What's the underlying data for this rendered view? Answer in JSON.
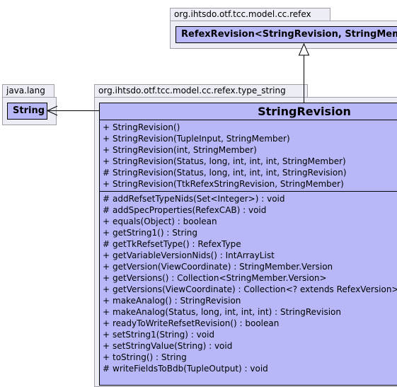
{
  "packages": {
    "refex": "org.ihtsdo.otf.tcc.model.cc.refex",
    "java_lang": "java.lang",
    "type_string": "org.ihtsdo.otf.tcc.model.cc.refex.type_string"
  },
  "classes": {
    "parent": "RefexRevision<StringRevision, StringMember>",
    "string": "String",
    "main": "StringRevision"
  },
  "constructors": [
    {
      "vis": "+",
      "sig": "StringRevision()"
    },
    {
      "vis": "+",
      "sig": "StringRevision(TupleInput, StringMember)"
    },
    {
      "vis": "+",
      "sig": "StringRevision(int, StringMember)"
    },
    {
      "vis": "+",
      "sig": "StringRevision(Status, long, int, int, int, StringMember)"
    },
    {
      "vis": "#",
      "sig": "StringRevision(Status, long, int, int, int, StringRevision)"
    },
    {
      "vis": "+",
      "sig": "StringRevision(TtkRefexStringRevision, StringMember)"
    }
  ],
  "methods": [
    {
      "vis": "#",
      "sig": "addRefsetTypeNids(Set<Integer>) : void"
    },
    {
      "vis": "#",
      "sig": "addSpecProperties(RefexCAB) : void"
    },
    {
      "vis": "+",
      "sig": "equals(Object) : boolean"
    },
    {
      "vis": "+",
      "sig": "getString1() : String"
    },
    {
      "vis": "#",
      "sig": "getTkRefsetType() : RefexType"
    },
    {
      "vis": "+",
      "sig": "getVariableVersionNids() : IntArrayList"
    },
    {
      "vis": "+",
      "sig": "getVersion(ViewCoordinate) : StringMember.Version"
    },
    {
      "vis": "+",
      "sig": "getVersions() : Collection<StringMember.Version>"
    },
    {
      "vis": "+",
      "sig": "getVersions(ViewCoordinate) : Collection<? extends RefexVersion>"
    },
    {
      "vis": "+",
      "sig": "makeAnalog() : StringRevision"
    },
    {
      "vis": "+",
      "sig": "makeAnalog(Status, long, int, int, int) : StringRevision"
    },
    {
      "vis": "+",
      "sig": "readyToWriteRefsetRevision() : boolean"
    },
    {
      "vis": "+",
      "sig": "setString1(String) : void"
    },
    {
      "vis": "+",
      "sig": "setStringValue(String) : void"
    },
    {
      "vis": "+",
      "sig": "toString() : String"
    },
    {
      "vis": "#",
      "sig": "writeFieldsToBdb(TupleOutput) : void"
    }
  ]
}
